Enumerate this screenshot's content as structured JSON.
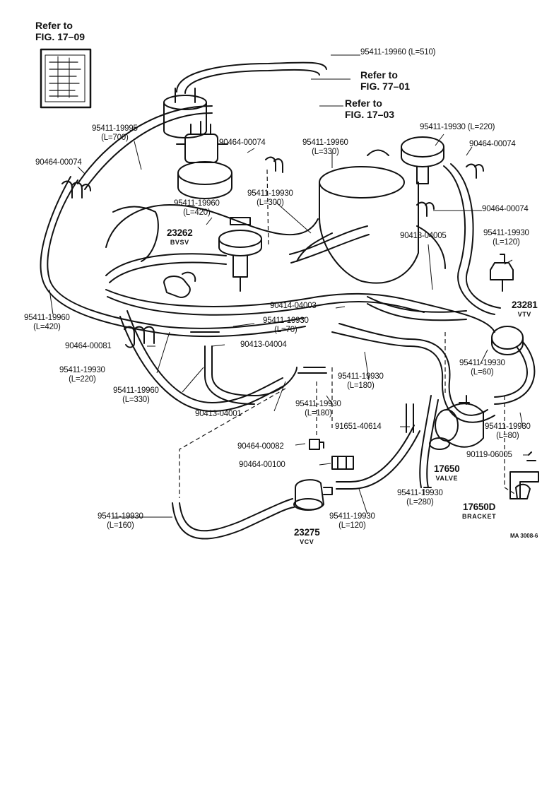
{
  "refs": {
    "fig_17_09": [
      "Refer to",
      "FIG. 17–09"
    ],
    "fig_77_01": [
      "Refer to",
      "FIG. 77–01"
    ],
    "fig_17_03": [
      "Refer to",
      "FIG. 17–03"
    ]
  },
  "parts": [
    {
      "id": "p1",
      "lines": [
        "95411-19960 (L=510)"
      ]
    },
    {
      "id": "p2",
      "lines": [
        "95411-19995",
        "(L=700)"
      ]
    },
    {
      "id": "p3",
      "lines": [
        "90464-00074"
      ]
    },
    {
      "id": "p4",
      "lines": [
        "95411-19960",
        "(L=330)"
      ]
    },
    {
      "id": "p5",
      "lines": [
        "95411-19930 (L=220)"
      ]
    },
    {
      "id": "p6",
      "lines": [
        "90464-00074"
      ]
    },
    {
      "id": "p7",
      "lines": [
        "90464-00074"
      ]
    },
    {
      "id": "p8",
      "lines": [
        "95411-19960",
        "(L=420)"
      ]
    },
    {
      "id": "p9",
      "lines": [
        "95411-19930",
        "(L=300)"
      ]
    },
    {
      "id": "p10",
      "lines": [
        "90464-00074"
      ]
    },
    {
      "id": "p11",
      "lines": [
        "90413-04005"
      ]
    },
    {
      "id": "p12",
      "lines": [
        "95411-19930",
        "(L=120)"
      ]
    },
    {
      "id": "p13",
      "lines": [
        "95411-19960",
        "(L=420)"
      ]
    },
    {
      "id": "p14",
      "lines": [
        "90414-04003"
      ]
    },
    {
      "id": "p15",
      "lines": [
        "95411-19930",
        "(L=70)"
      ]
    },
    {
      "id": "p16",
      "lines": [
        "90464-00081"
      ]
    },
    {
      "id": "p17",
      "lines": [
        "90413-04004"
      ]
    },
    {
      "id": "p18",
      "lines": [
        "95411-19930",
        "(L=220)"
      ]
    },
    {
      "id": "p19",
      "lines": [
        "95411-19930",
        "(L=180)"
      ]
    },
    {
      "id": "p20",
      "lines": [
        "95411-19930",
        "(L=60)"
      ]
    },
    {
      "id": "p21",
      "lines": [
        "95411-19960",
        "(L=330)"
      ]
    },
    {
      "id": "p22",
      "lines": [
        "90413-04001"
      ]
    },
    {
      "id": "p23",
      "lines": [
        "95411-19930",
        "(L=180)"
      ]
    },
    {
      "id": "p24",
      "lines": [
        "91651-40614"
      ]
    },
    {
      "id": "p25",
      "lines": [
        "95411-19930",
        "(L=80)"
      ]
    },
    {
      "id": "p26",
      "lines": [
        "90464-00082"
      ]
    },
    {
      "id": "p27",
      "lines": [
        "90119-06005"
      ]
    },
    {
      "id": "p28",
      "lines": [
        "90464-00100"
      ]
    },
    {
      "id": "p29",
      "lines": [
        "95411-19930",
        "(L=280)"
      ]
    },
    {
      "id": "p30",
      "lines": [
        "95411-19930",
        "(L=160)"
      ]
    },
    {
      "id": "p31",
      "lines": [
        "95411-19930",
        "(L=120)"
      ]
    }
  ],
  "components": [
    {
      "id": "c1",
      "number": "23262",
      "name": "BVSV"
    },
    {
      "id": "c2",
      "number": "23281",
      "name": "VTV"
    },
    {
      "id": "c3",
      "number": "17650",
      "name": "VALVE"
    },
    {
      "id": "c4",
      "number": "17650D",
      "name": "BRACKET"
    },
    {
      "id": "c5",
      "number": "23275",
      "name": "VCV"
    }
  ],
  "code": "MA 3008-6"
}
